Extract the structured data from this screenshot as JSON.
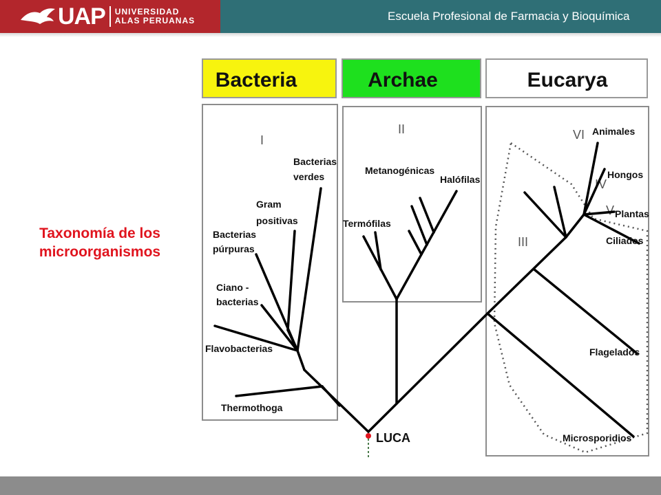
{
  "header": {
    "brand_short": "UAP",
    "brand_line1": "UNIVERSIDAD",
    "brand_line2": "ALAS PERUANAS",
    "school": "Escuela Profesional de Farmacia y Bioquímica"
  },
  "slide": {
    "topic_line1": "Taxonomía de los",
    "topic_line2": "microorganismos"
  },
  "diagram": {
    "domains": {
      "bacteria": "Bacteria",
      "archae": "Archae",
      "eucarya": "Eucarya"
    },
    "colors": {
      "bacteria": "#f7f40e",
      "archae": "#1ee01e",
      "eucarya": "#ffffff"
    },
    "groups": {
      "bacteria": "I",
      "archae": "II",
      "eucarya_main": "III",
      "hongos": "IV",
      "plantas": "V",
      "animales": "VI"
    },
    "labels": {
      "bacterias_verdes_1": "Bacterias",
      "bacterias_verdes_2": "verdes",
      "gram_1": "Gram",
      "gram_2": "positivas",
      "purpuras_1": "Bacterias",
      "purpuras_2": "púrpuras",
      "ciano_1": "Ciano -",
      "ciano_2": "bacterias",
      "flavo": "Flavobacterias",
      "thermo": "Thermothoga",
      "metano": "Metanogénicas",
      "halo": "Halófilas",
      "termo": "Termófilas",
      "animales": "Animales",
      "hongos": "Hongos",
      "plantas": "Plantas",
      "ciliados": "Ciliados",
      "flagelados": "Flagelados",
      "microsporidios": "Microsporidios",
      "luca": "LUCA"
    }
  }
}
